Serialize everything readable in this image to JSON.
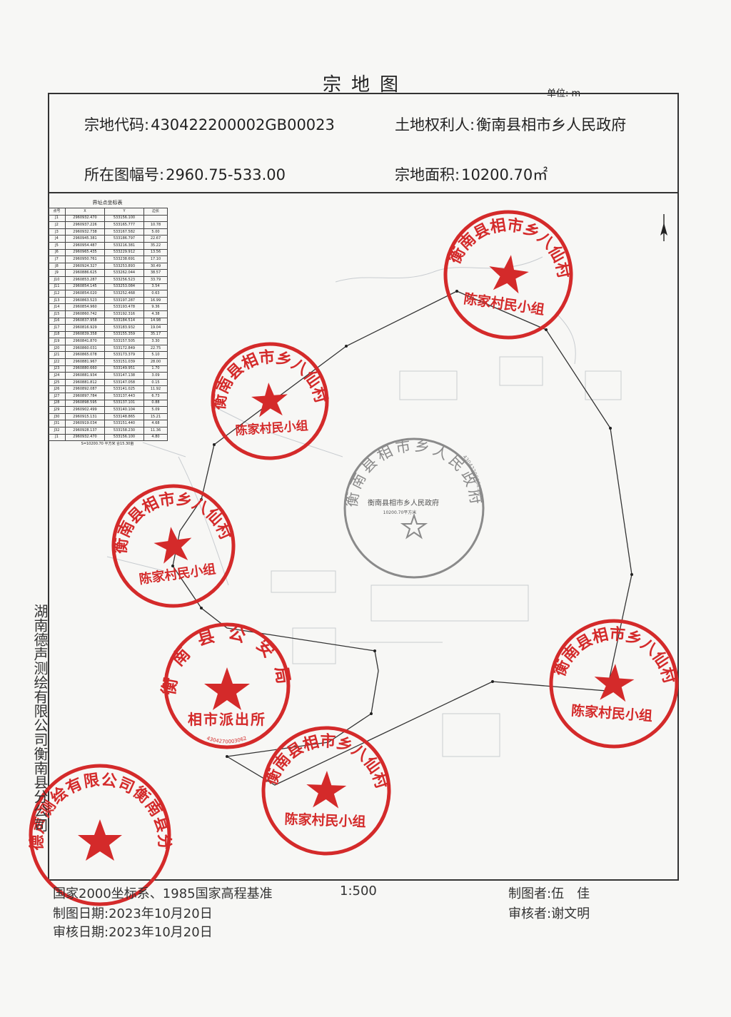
{
  "document": {
    "title": "宗地图",
    "unit": "单位: m"
  },
  "header": {
    "parcel_code_label": "宗地代码:",
    "parcel_code": "430422200002GB00023",
    "owner_label": "土地权利人:",
    "owner": "衡南县相市乡人民政府",
    "sheet_label": "所在图幅号:",
    "sheet_no": "2960.75-533.00",
    "area_label": "宗地面积:",
    "area": "10200.70㎡"
  },
  "coord_table": {
    "title": "界址点坐标表",
    "columns": [
      "点号",
      "X",
      "Y",
      "边长"
    ],
    "rows": [
      [
        "J1",
        "2960932.470",
        "533156.100",
        ""
      ],
      [
        "J2",
        "2960937.226",
        "533165.777",
        "10.78"
      ],
      [
        "J3",
        "2960932.738",
        "533167.582",
        "5.00"
      ],
      [
        "J4",
        "2960945.381",
        "533186.797",
        "22.67"
      ],
      [
        "J5",
        "2960954.487",
        "533216.381",
        "35.22"
      ],
      [
        "J6",
        "2960965.435",
        "533229.912",
        "13.56"
      ],
      [
        "J7",
        "2960950.761",
        "533238.691",
        "17.10"
      ],
      [
        "J8",
        "2960924.327",
        "533253.893",
        "30.49"
      ],
      [
        "J9",
        "2960886.625",
        "533262.044",
        "38.57"
      ],
      [
        "J10",
        "2960853.287",
        "533256.523",
        "33.79"
      ],
      [
        "J11",
        "2960854.145",
        "533253.084",
        "3.54"
      ],
      [
        "J12",
        "2960854.020",
        "533252.468",
        "0.63"
      ],
      [
        "J13",
        "2960863.523",
        "533197.287",
        "16.99"
      ],
      [
        "J14",
        "2960854.960",
        "533193.478",
        "9.36"
      ],
      [
        "J15",
        "2960860.742",
        "533192.316",
        "4.38"
      ],
      [
        "J16",
        "2960837.958",
        "533184.514",
        "14.98"
      ],
      [
        "J17",
        "2960816.929",
        "533183.932",
        "19.04"
      ],
      [
        "J18",
        "2960839.358",
        "533155.359",
        "35.17"
      ],
      [
        "J19",
        "2960841.870",
        "533157.505",
        "3.30"
      ],
      [
        "J20",
        "2960860.031",
        "533172.849",
        "22.75"
      ],
      [
        "J21",
        "2960865.078",
        "533173.379",
        "5.10"
      ],
      [
        "J22",
        "2960881.967",
        "533151.039",
        "28.00"
      ],
      [
        "J23",
        "2960880.660",
        "533149.951",
        "1.70"
      ],
      [
        "J24",
        "2960881.934",
        "533147.138",
        "3.09"
      ],
      [
        "J25",
        "2960881.812",
        "533147.058",
        "0.15"
      ],
      [
        "J26",
        "2960892.087",
        "533141.025",
        "11.92"
      ],
      [
        "J27",
        "2960897.784",
        "533137.443",
        "6.73"
      ],
      [
        "J28",
        "2960898.595",
        "533137.101",
        "0.88"
      ],
      [
        "J29",
        "2960902.499",
        "533140.104",
        "5.09"
      ],
      [
        "J30",
        "2960915.131",
        "533148.865",
        "15.21"
      ],
      [
        "J31",
        "2960919.034",
        "533151.440",
        "4.68"
      ],
      [
        "J32",
        "2960928.137",
        "533158.230",
        "11.36"
      ],
      [
        "J1",
        "2960932.470",
        "533156.100",
        "4.80"
      ]
    ],
    "footer": "S=10200.70 平方米 合15.30亩"
  },
  "stamps": {
    "village": {
      "top": "衡南县相市乡八仙村",
      "bottom": "陈家村民小组"
    },
    "government": {
      "top": "衡南县相市乡人民政府",
      "inner": "衡南县相市乡人民政府",
      "area": "10200.70平方米",
      "code": "4304220003299"
    },
    "police": {
      "top": "衡南县公安局",
      "bottom": "相市派出所",
      "code": "4304270003062"
    },
    "company": {
      "top": "湖南德声测绘有限公司衡南县分公司"
    }
  },
  "footer": {
    "system": "国家2000坐标系、1985国家高程基准",
    "scale": "1:500",
    "drawn_date_label": "制图日期:",
    "drawn_date": "2023年10月20日",
    "review_date_label": "审核日期:",
    "review_date": "2023年10月20日",
    "drawer_label": "制图者:",
    "drawer": "伍　佳",
    "reviewer_label": "审核者:",
    "reviewer": "谢文明"
  },
  "side_text": "湖南德声测绘有限公司衡南县分公司",
  "colors": {
    "stamp_red": "#d42a2a",
    "stamp_grey": "#8a8a8a",
    "line": "#333333"
  }
}
